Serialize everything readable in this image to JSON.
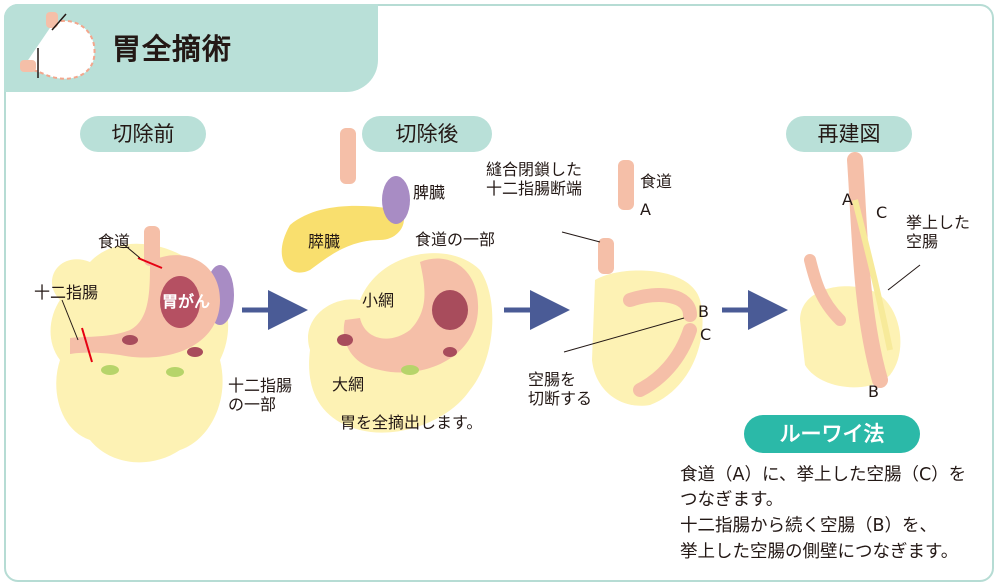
{
  "header": {
    "title": "胃全摘術"
  },
  "stages": {
    "before": "切除前",
    "after": "切除後",
    "reconstruction": "再建図"
  },
  "before_labels": {
    "esophagus": "食道",
    "duodenum": "十二指腸",
    "cancer": "胃がん"
  },
  "after_labels": {
    "spleen": "脾臓",
    "pancreas": "膵臓",
    "esophagus_part": "食道の一部",
    "lesser_omentum": "小網",
    "duodenum_part": "十二指腸\nの一部",
    "greater_omentum": "大網",
    "caption": "胃を全摘出します。"
  },
  "step3_labels": {
    "sutured_stump": "縫合閉鎖した\n十二指腸断端",
    "esophagus": "食道",
    "point_a": "A",
    "point_b": "B",
    "point_c": "C",
    "cut_jejunum": "空腸を\n切断する"
  },
  "recon_labels": {
    "point_a": "A",
    "point_c": "C",
    "point_b": "B",
    "lifted_jejunum": "挙上した\n空腸"
  },
  "method": {
    "name": "ルーワイ法",
    "description": [
      "食道（A）に、挙上した空腸（C）を",
      "つなぎます。",
      "十二指腸から続く空腸（B）を、",
      "挙上した空腸の側壁につなぎます。"
    ]
  },
  "colors": {
    "teal_light": "#b9e0d8",
    "teal_dark": "#2bb9a8",
    "organ_pink": "#f5bfa8",
    "fat_yellow": "#fdf2b4",
    "pancreas_yellow": "#f9df6e",
    "spleen_purple": "#a88cc4",
    "lymph_maroon": "#a84c5c",
    "cancer_red": "#b55062",
    "arrow_navy": "#4a5b96",
    "cut_red": "#e60012"
  }
}
